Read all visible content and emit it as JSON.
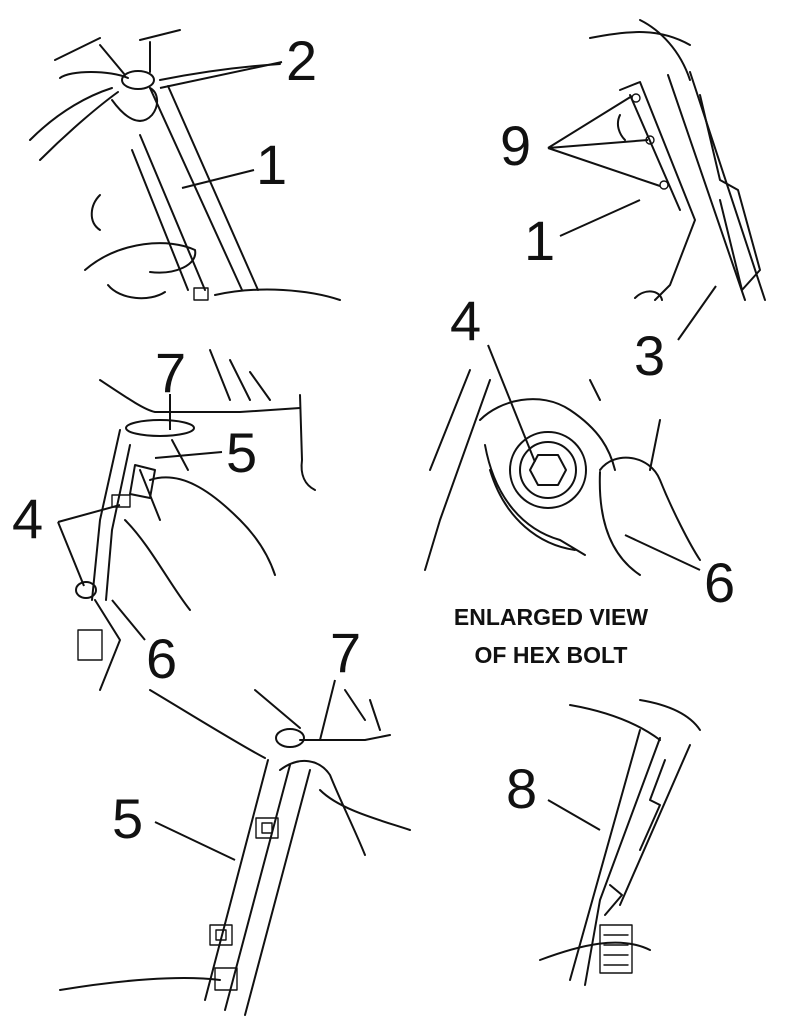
{
  "callouts": {
    "p1": {
      "c1": "1",
      "c2": "2"
    },
    "p2": {
      "c9": "9",
      "c1": "1",
      "c3": "3"
    },
    "p3": {
      "c7": "7",
      "c5": "5",
      "c4": "4",
      "c6": "6"
    },
    "p4": {
      "c4": "4",
      "c6": "6"
    },
    "p5": {
      "c7": "7",
      "c5": "5"
    },
    "p6": {
      "c8": "8"
    }
  },
  "caption": {
    "line1": "ENLARGED VIEW",
    "line2": "OF HEX BOLT"
  }
}
